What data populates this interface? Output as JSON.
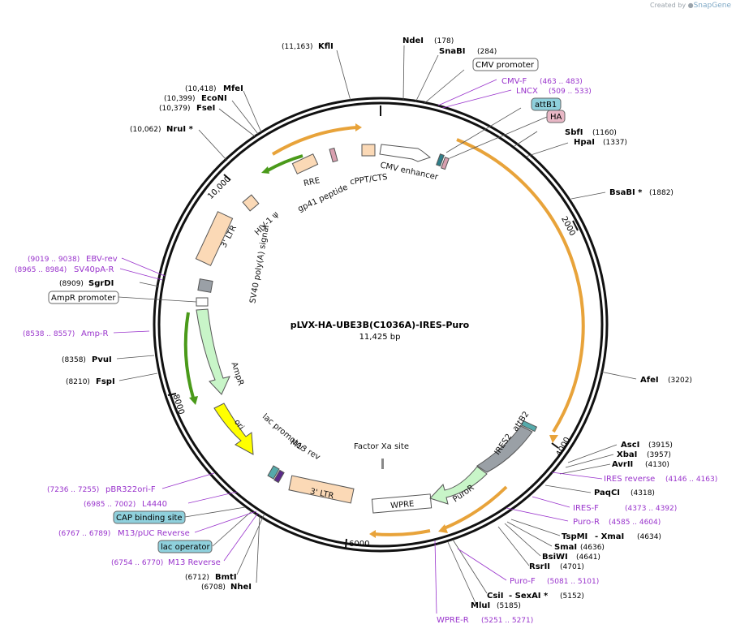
{
  "credit": {
    "created_by": "Created by",
    "brand": "SnapGene"
  },
  "plasmid": {
    "name": "pLVX-HA-UBE3B(C1036A)-IRES-Puro",
    "size": "11,425 bp"
  },
  "ticks": [
    "2000",
    "4000",
    "6000",
    "8000",
    "10,000"
  ],
  "features": {
    "cmv_enhancer": "CMV enhancer",
    "cppt": "cPPT/CTS",
    "rre": "RRE",
    "gp41": "gp41 peptide",
    "hiv1": "HIV-1 ψ",
    "ltr5": "3' LTR",
    "sv40": "SV40 poly(A) signal",
    "ampr": "AmpR",
    "ori": "ori",
    "lac": "lac promoter",
    "m13rev": "M13 rev",
    "ltr3": "3' LTR",
    "wpre": "WPRE",
    "puro": "PuroR",
    "ires": "IRES2",
    "attb2": "attB2",
    "factorxa": "Factor Xa site"
  },
  "boxed": {
    "cmv_promoter": "CMV promoter",
    "attb1": "attB1",
    "ha": "HA",
    "ampr_promoter": "AmpR promoter",
    "cap": "CAP binding site",
    "lac_operator": "lac operator"
  },
  "enzymes": {
    "kfli": {
      "name": "KflI",
      "pos": "(11,163)"
    },
    "ndei": {
      "name": "NdeI",
      "pos": "(178)"
    },
    "snabi": {
      "name": "SnaBI",
      "pos": "(284)"
    },
    "mfei": {
      "name": "MfeI",
      "pos": "(10,418)"
    },
    "econi": {
      "name": "EcoNI",
      "pos": "(10,399)"
    },
    "fsei": {
      "name": "FseI",
      "pos": "(10,379)"
    },
    "nrui": {
      "name": "NruI *",
      "pos": "(10,062)"
    },
    "sbfi": {
      "name": "SbfI",
      "pos": "(1160)"
    },
    "hpai": {
      "name": "HpaI",
      "pos": "(1337)"
    },
    "bsabi": {
      "name": "BsaBI *",
      "pos": "(1882)"
    },
    "sgrdi": {
      "name": "SgrDI",
      "pos": "(8909)"
    },
    "pvui": {
      "name": "PvuI",
      "pos": "(8358)"
    },
    "fspi": {
      "name": "FspI",
      "pos": "(8210)"
    },
    "afei": {
      "name": "AfeI",
      "pos": "(3202)"
    },
    "asci": {
      "name": "AscI",
      "pos": "(3915)"
    },
    "xbai": {
      "name": "XbaI",
      "pos": "(3957)"
    },
    "avrii": {
      "name": "AvrII",
      "pos": "(4130)"
    },
    "paqci": {
      "name": "PaqCI",
      "pos": "(4318)"
    },
    "tspmi": {
      "name": "TspMI",
      "pos": ""
    },
    "xmai": {
      "name": "- XmaI",
      "pos": "(4634)"
    },
    "smai": {
      "name": "SmaI",
      "pos": "(4636)"
    },
    "bsiwi": {
      "name": "BsiWI",
      "pos": "(4641)"
    },
    "rsrii": {
      "name": "RsrII",
      "pos": "(4701)"
    },
    "csii": {
      "name": "CsiI",
      "pos": ""
    },
    "sexai": {
      "name": "- SexAI *",
      "pos": "(5152)"
    },
    "mlui": {
      "name": "MluI",
      "pos": "(5185)"
    },
    "bmti": {
      "name": "BmtI",
      "pos": "(6712)"
    },
    "nhei": {
      "name": "NheI",
      "pos": "(6708)"
    }
  },
  "primers": {
    "cmvf": {
      "name": "CMV-F",
      "pos": "(463 .. 483)"
    },
    "lncx": {
      "name": "LNCX",
      "pos": "(509 .. 533)"
    },
    "ebvrev": {
      "name": "EBV-rev",
      "pos": "(9019 .. 9038)"
    },
    "sv40par": {
      "name": "SV40pA-R",
      "pos": "(8965 .. 8984)"
    },
    "ampr": {
      "name": "Amp-R",
      "pos": "(8538 .. 8557)"
    },
    "iresrev": {
      "name": "IRES reverse",
      "pos": "(4146 .. 4163)"
    },
    "iresf": {
      "name": "IRES-F",
      "pos": "(4373 .. 4392)"
    },
    "puror": {
      "name": "Puro-R",
      "pos": "(4585 .. 4604)"
    },
    "purof": {
      "name": "Puro-F",
      "pos": "(5081 .. 5101)"
    },
    "wprer": {
      "name": "WPRE-R",
      "pos": "(5251 .. 5271)"
    },
    "pbr": {
      "name": "pBR322ori-F",
      "pos": "(7236 .. 7255)"
    },
    "l4440": {
      "name": "L4440",
      "pos": "(6985 .. 7002)"
    },
    "m13puc": {
      "name": "M13/pUC Reverse",
      "pos": "(6767 .. 6789)"
    },
    "m13r": {
      "name": "M13 Reverse",
      "pos": "(6754 .. 6770)"
    }
  }
}
